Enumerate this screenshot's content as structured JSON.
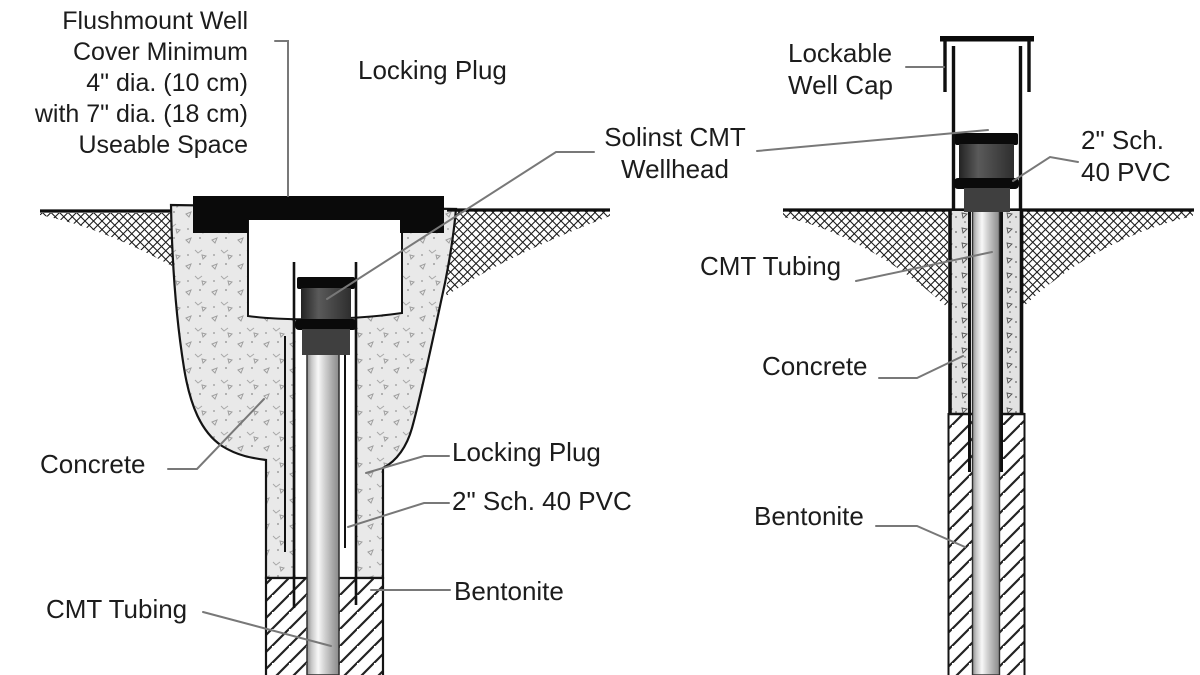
{
  "colors": {
    "ink": "#111111",
    "leader_line": "#787878",
    "text": "#1c1c1c",
    "concrete_fill": "#e9e9e9",
    "concrete_fill_right": "#e2e2e2",
    "wellhead_dark": "#3f3f3f",
    "wellhead_black": "#0a0a0a",
    "tube_gray": "#c4c4c4",
    "background": "#ffffff"
  },
  "diagram": {
    "shared": {
      "solinst_wellhead": "Solinst CMT\nWellhead"
    },
    "left": {
      "flushmount_note": "Flushmount Well\nCover Minimum\n4\" dia. (10 cm)\nwith 7\" dia. (18 cm)\nUseable Space",
      "locking_plug_top": "Locking Plug",
      "concrete": "Concrete",
      "locking_plug": "Locking Plug",
      "pvc": "2\" Sch. 40 PVC",
      "bentonite": "Bentonite",
      "cmt_tubing": "CMT Tubing"
    },
    "right": {
      "lockable_well_cap": "Lockable\nWell Cap",
      "pvc": "2\" Sch.\n40 PVC",
      "cmt_tubing": "CMT Tubing",
      "concrete": "Concrete",
      "bentonite": "Bentonite"
    }
  }
}
